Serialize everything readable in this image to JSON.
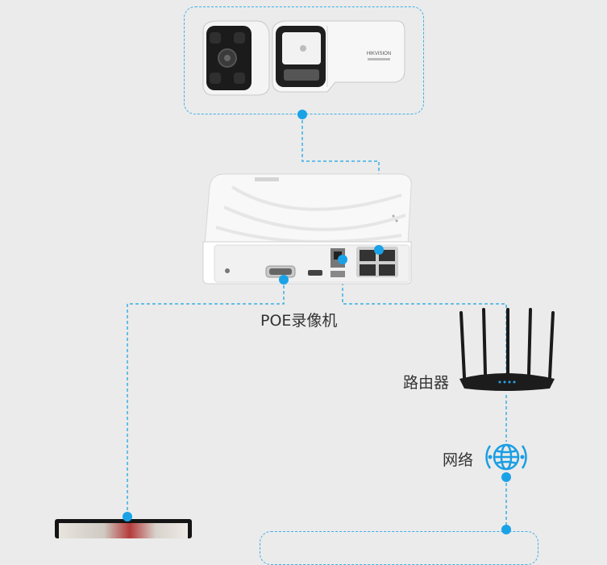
{
  "nodes": {
    "nvr_label": "POE录像机",
    "router_label": "路由器",
    "network_label": "网络"
  },
  "camera": {
    "brand_text": "HIKVISION"
  },
  "colors": {
    "background": "#ebebeb",
    "connector": "#3ab0e6",
    "connector_dot": "#1aa2e6"
  }
}
